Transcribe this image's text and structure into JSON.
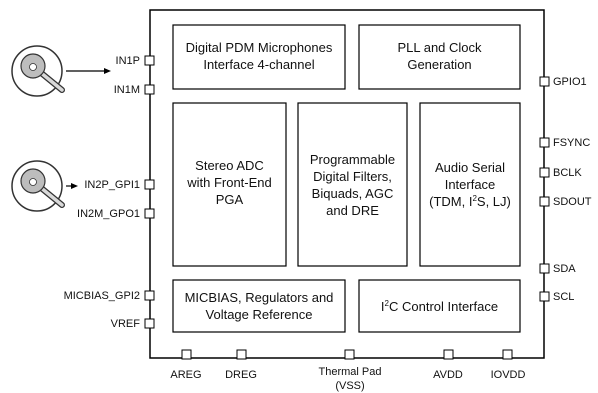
{
  "blocks": {
    "pdm": [
      "Digital PDM Microphones",
      "Interface 4-channel"
    ],
    "pll": [
      "PLL and Clock",
      "Generation"
    ],
    "adc": [
      "Stereo ADC",
      "with Front-End",
      "PGA"
    ],
    "dsp": [
      "Programmable",
      "Digital Filters,",
      "Biquads, AGC",
      "and DRE"
    ],
    "asi": [
      "Audio Serial",
      "Interface",
      "(TDM, I",
      "2",
      "S, LJ)"
    ],
    "reg": [
      "MICBIAS, Regulators and",
      "Voltage Reference"
    ],
    "i2c": [
      "I",
      "2",
      "C Control Interface"
    ]
  },
  "pins_left": [
    "IN1P",
    "IN1M",
    "IN2P_GPI1",
    "IN2M_GPO1",
    "MICBIAS_GPI2",
    "VREF"
  ],
  "pins_right": [
    "GPIO1",
    "FSYNC",
    "BCLK",
    "SDOUT",
    "SDA",
    "SCL"
  ],
  "pins_bottom": [
    "AREG",
    "DREG",
    "Thermal Pad",
    "(VSS)",
    "AVDD",
    "IOVDD"
  ],
  "icons": [
    "microphone-icon",
    "microphone-icon"
  ]
}
